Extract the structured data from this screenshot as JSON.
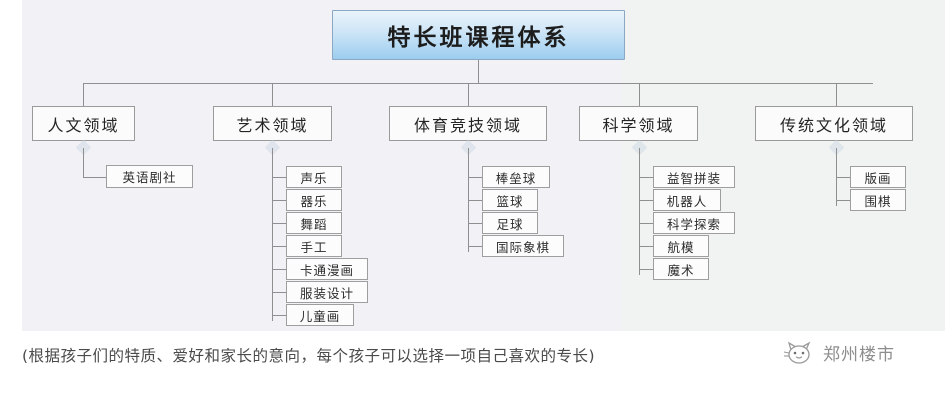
{
  "diagram": {
    "type": "org-chart",
    "root": {
      "label": "特长班课程体系"
    },
    "categories": [
      {
        "label": "人文领域",
        "children": [
          {
            "label": "英语剧社"
          }
        ]
      },
      {
        "label": "艺术领域",
        "children": [
          {
            "label": "声乐"
          },
          {
            "label": "器乐"
          },
          {
            "label": "舞蹈"
          },
          {
            "label": "手工"
          },
          {
            "label": "卡通漫画"
          },
          {
            "label": "服装设计"
          },
          {
            "label": "儿童画"
          }
        ]
      },
      {
        "label": "体育竞技领域",
        "children": [
          {
            "label": "棒垒球"
          },
          {
            "label": "篮球"
          },
          {
            "label": "足球"
          },
          {
            "label": "国际象棋"
          }
        ]
      },
      {
        "label": "科学领域",
        "children": [
          {
            "label": "益智拼装"
          },
          {
            "label": "机器人"
          },
          {
            "label": "科学探索"
          },
          {
            "label": "航模"
          },
          {
            "label": "魔术"
          }
        ]
      },
      {
        "label": "传统文化领域",
        "children": [
          {
            "label": "版画"
          },
          {
            "label": "围棋"
          }
        ]
      }
    ]
  },
  "caption": {
    "text": "(根据孩子们的特质、爱好和家长的意向，每个孩子可以选择一项自己喜欢的专长)"
  },
  "watermark": {
    "icon": "cat-face-icon",
    "text": "郑州楼市"
  },
  "colors": {
    "root_fill_top": "#eaf4fb",
    "root_fill_bottom": "#9ccdef",
    "root_border": "#8aa8c4",
    "box_fill": "#fbfbfc",
    "box_border": "#9a9a9a",
    "line": "#8f8f8f",
    "canvas_bg": "#f2f2f6",
    "caption_text": "#4a4a4a",
    "watermark_text": "#8d8d8d"
  }
}
